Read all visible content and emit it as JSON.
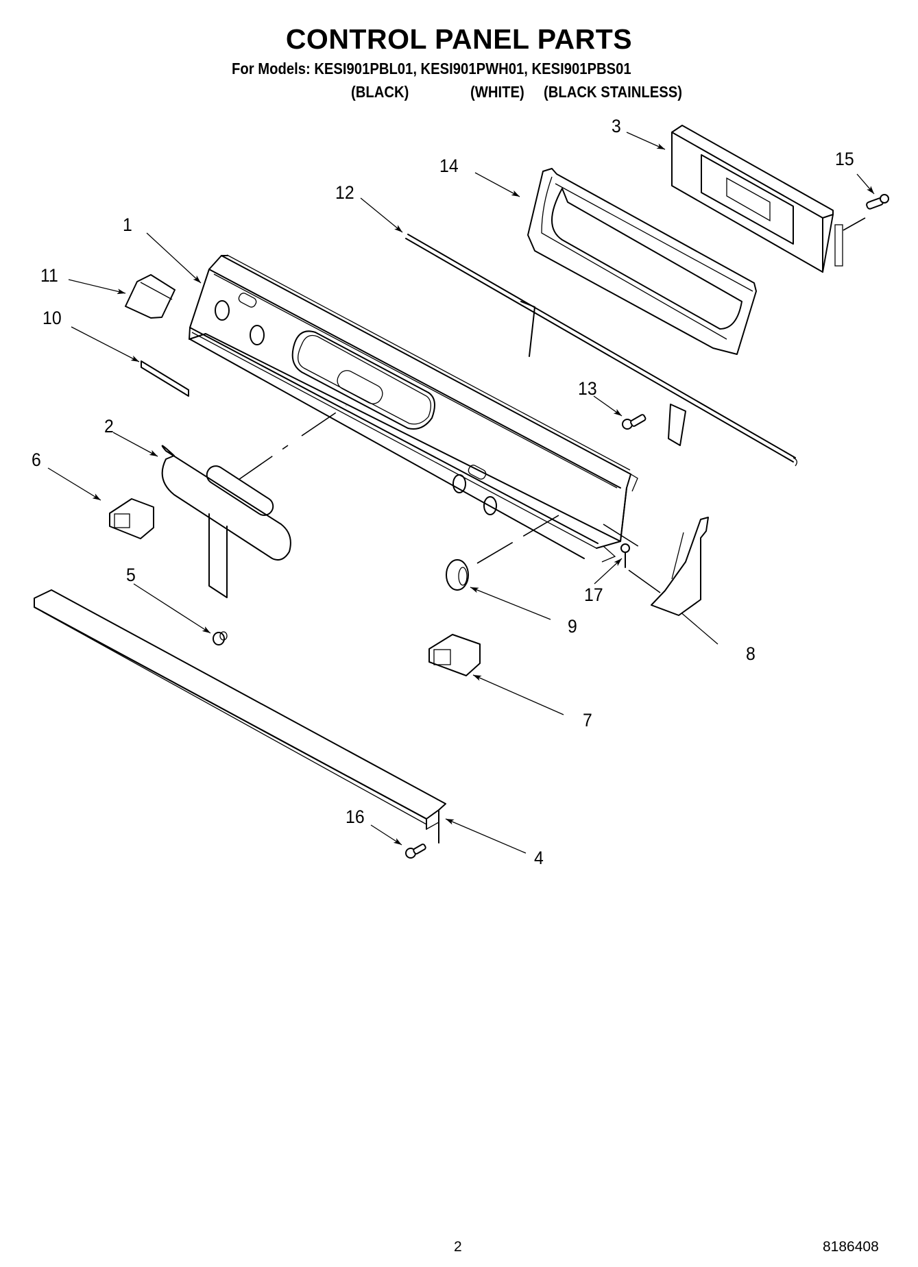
{
  "header": {
    "title": "CONTROL PANEL PARTS",
    "models_line": "For Models: KESI901PBL01, KESI901PWH01, KESI901PBS01",
    "color_labels": [
      "(BLACK)",
      "(WHITE)",
      "(BLACK STAINLESS)"
    ]
  },
  "callouts": [
    {
      "id": "1",
      "label": "1",
      "part": "control-panel"
    },
    {
      "id": "2",
      "label": "2",
      "part": "overlay-window"
    },
    {
      "id": "3",
      "label": "3",
      "part": "electronic-control"
    },
    {
      "id": "4",
      "label": "4",
      "part": "trim-channel"
    },
    {
      "id": "5",
      "label": "5",
      "part": "plug-button"
    },
    {
      "id": "6",
      "label": "6",
      "part": "switch-left"
    },
    {
      "id": "7",
      "label": "7",
      "part": "switch-right"
    },
    {
      "id": "8",
      "label": "8",
      "part": "end-cap"
    },
    {
      "id": "9",
      "label": "9",
      "part": "knob"
    },
    {
      "id": "10",
      "label": "10",
      "part": "lens-strip"
    },
    {
      "id": "11",
      "label": "11",
      "part": "end-bracket"
    },
    {
      "id": "12",
      "label": "12",
      "part": "rod"
    },
    {
      "id": "13",
      "label": "13",
      "part": "screw-bracket"
    },
    {
      "id": "14",
      "label": "14",
      "part": "control-housing"
    },
    {
      "id": "15",
      "label": "15",
      "part": "screw-control"
    },
    {
      "id": "16",
      "label": "16",
      "part": "screw-trim"
    },
    {
      "id": "17",
      "label": "17",
      "part": "screw-end-cap"
    }
  ],
  "footer": {
    "page_number": "2",
    "document_number": "8186408"
  }
}
